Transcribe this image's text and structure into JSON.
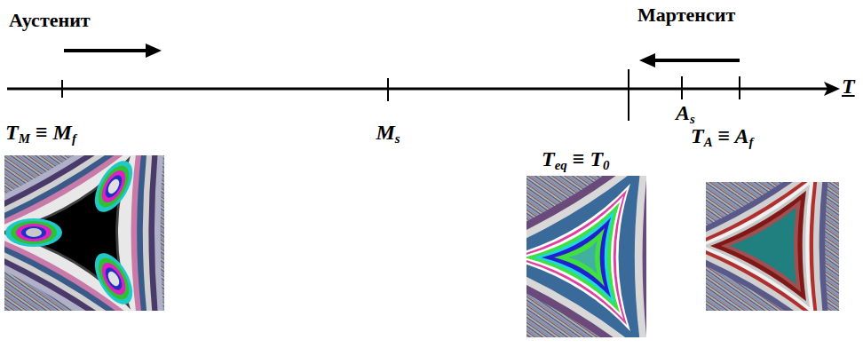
{
  "diagram": {
    "labels": [
      "Аустенит",
      "Мартенсит",
      "T",
      "TM ≡ Mf",
      "Ms",
      "Teq ≡ T0",
      "As",
      "TA ≡ Af"
    ]
  }
}
